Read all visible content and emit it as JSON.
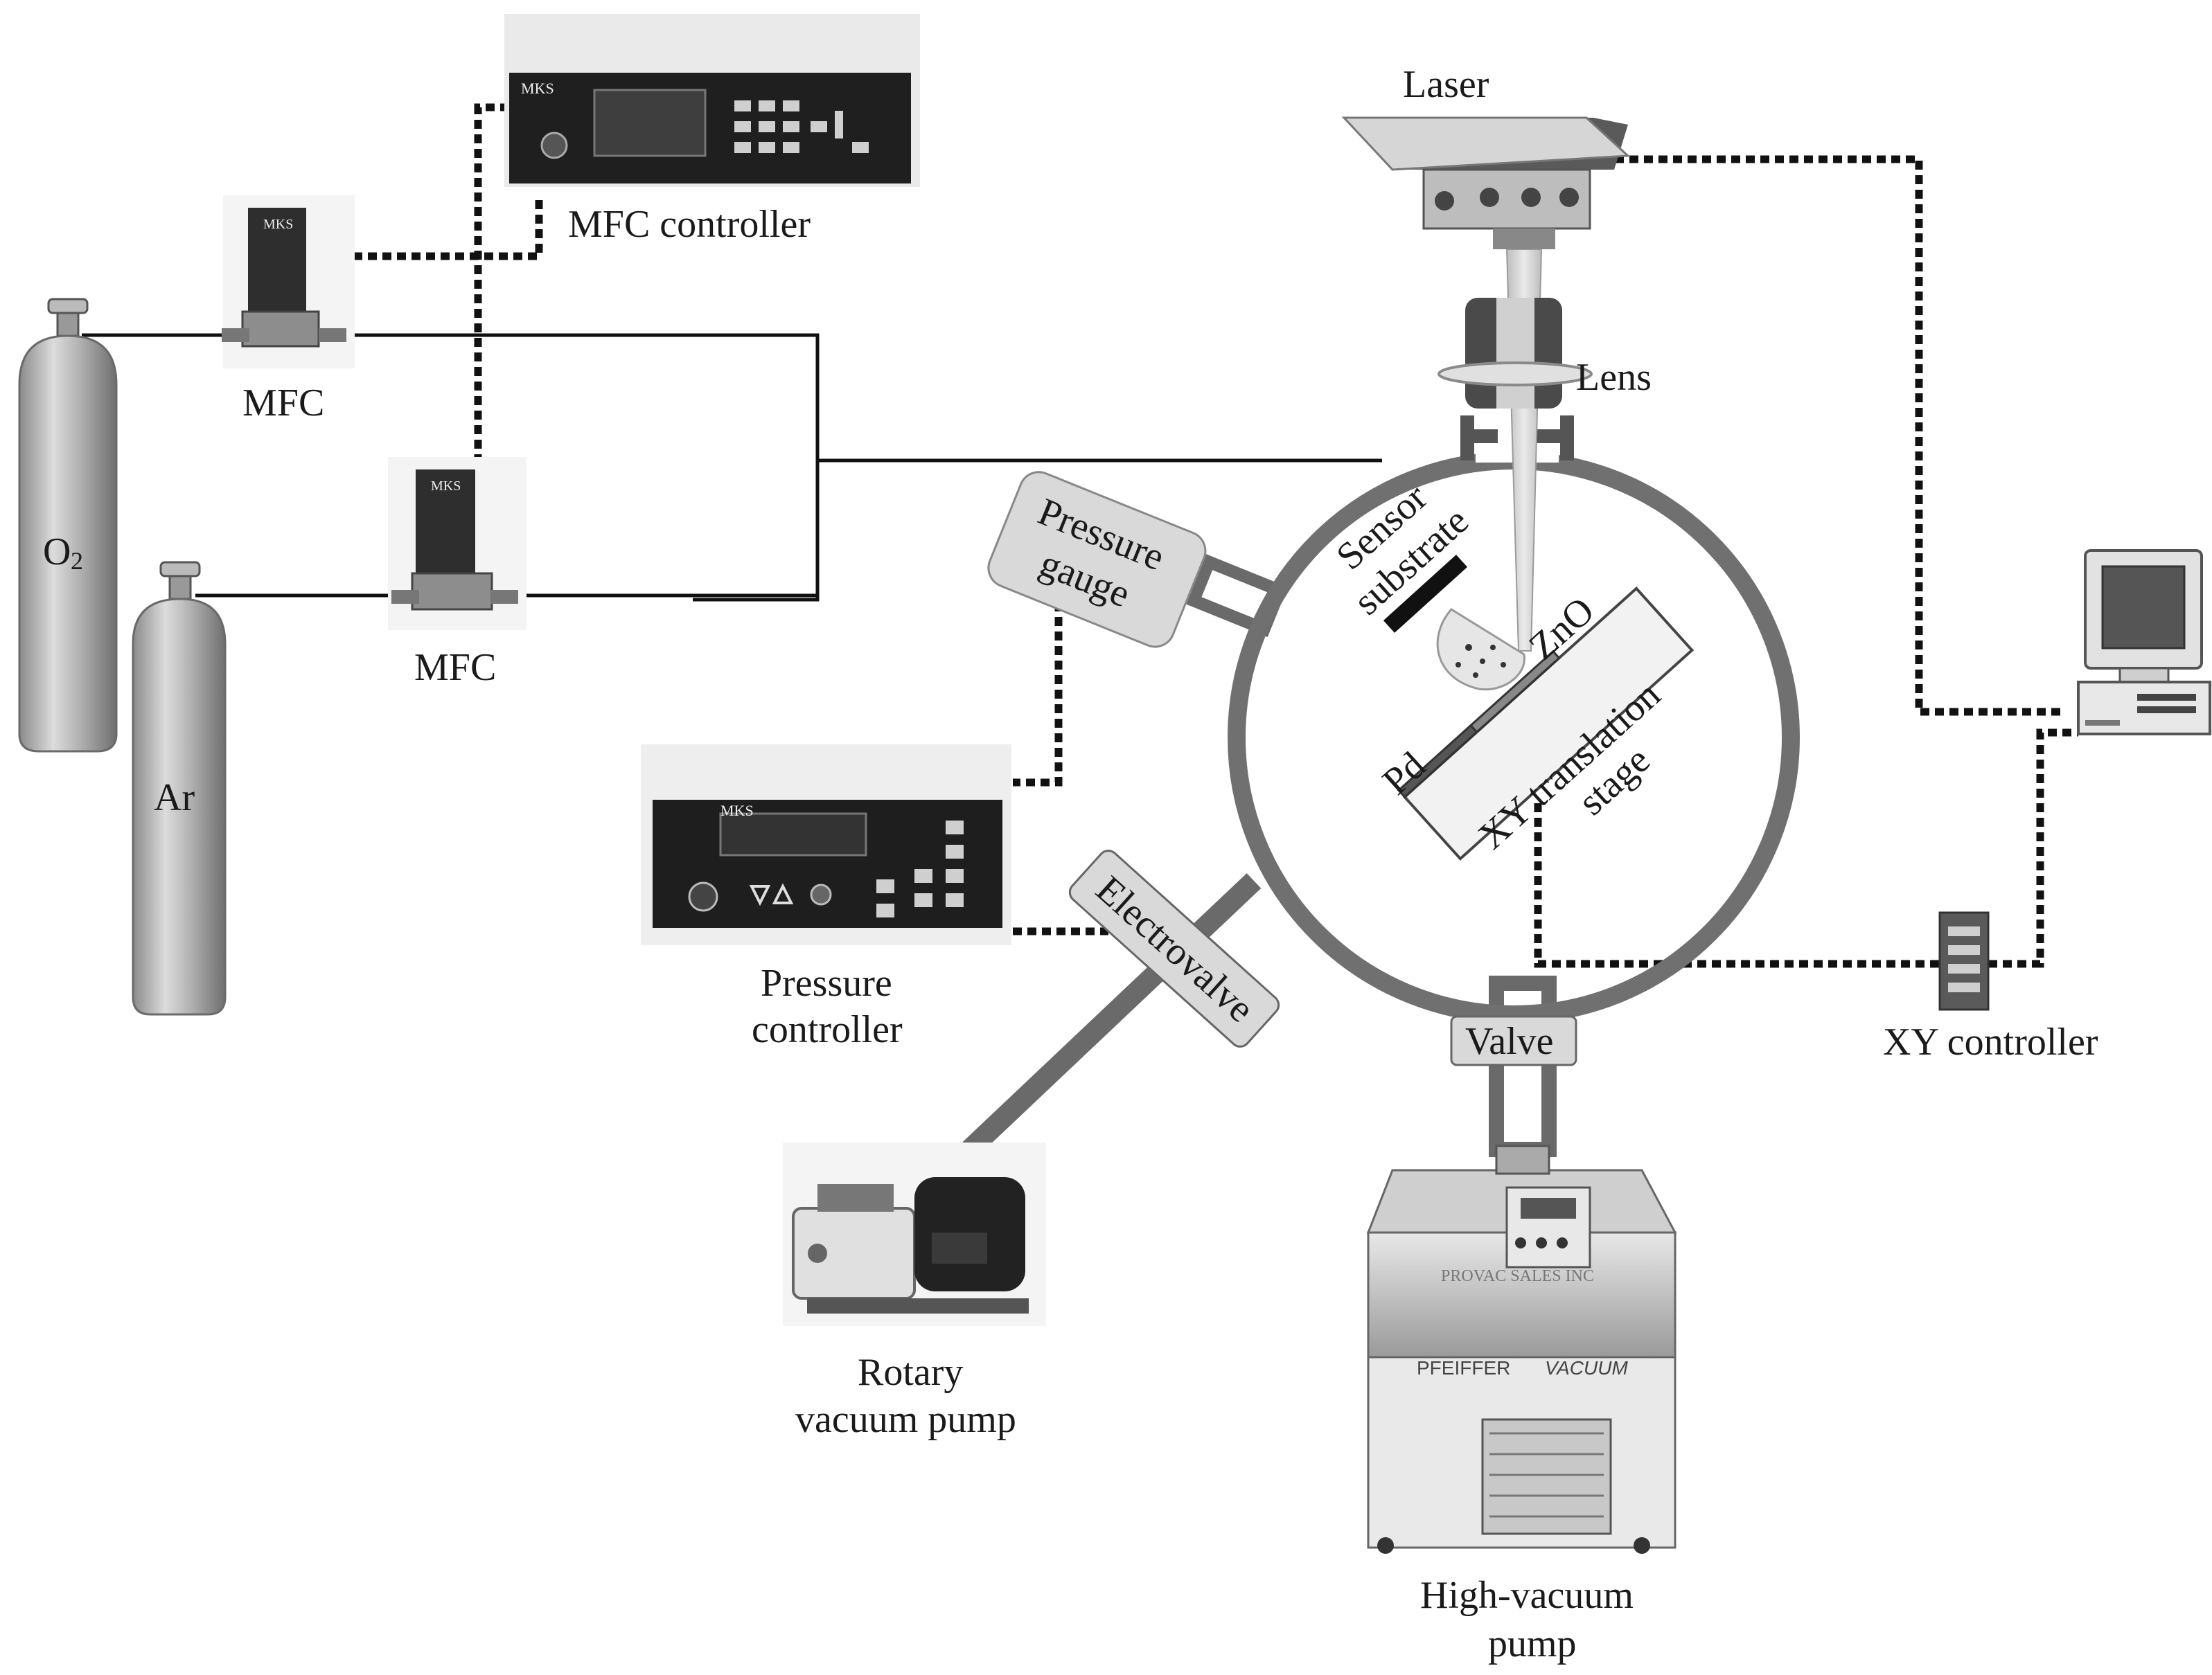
{
  "labels": {
    "laser": "Laser",
    "mfc_controller": "MFC controller",
    "lens": "Lens",
    "mfc_top": "MFC",
    "mfc_bottom": "MFC",
    "o2": "O",
    "o2_sub": "2",
    "ar": "Ar",
    "pressure_gauge_line1": "Pressure",
    "pressure_gauge_line2": "gauge",
    "sensor_line1": "Sensor",
    "sensor_line2": "substrate",
    "zno": "ZnO",
    "pd": "Pd",
    "xy_stage_line1": "XY translation",
    "xy_stage_line2": "stage",
    "pressure_controller_line1": "Pressure",
    "pressure_controller_line2": "controller",
    "electrovalve": "Electrovalve",
    "valve": "Valve",
    "xy_controller": "XY controller",
    "rotary_pump_line1": "Rotary",
    "rotary_pump_line2": "vacuum pump",
    "high_vacuum_pump_line1": "High-vacuum",
    "high_vacuum_pump_line2": "pump",
    "device_brand": "MKS",
    "pump_brand_left": "PFEIFFER",
    "pump_brand_right": "VACUUM",
    "pump_sticker": "PROVAC SALES INC"
  },
  "colors": {
    "chamber": "#6e6e6e",
    "pipe": "#555555",
    "cable": "#111111",
    "label_box": "#d7d7d7"
  }
}
